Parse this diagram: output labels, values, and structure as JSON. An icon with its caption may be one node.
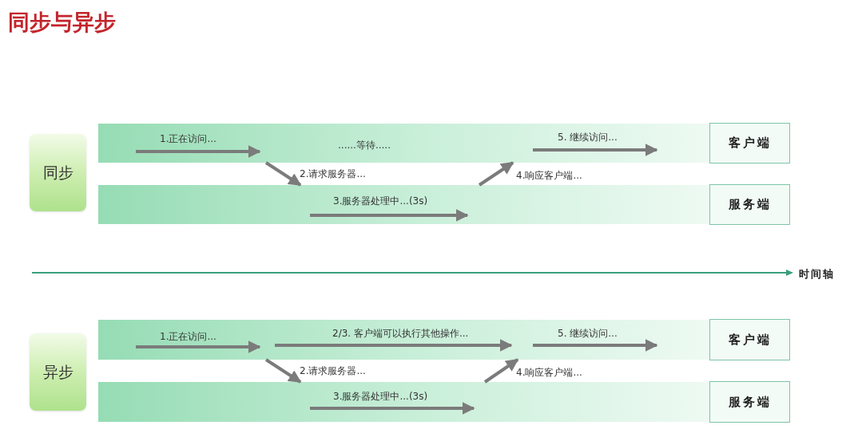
{
  "diagram": {
    "title": "同步与异步",
    "nodes": [
      {
        "text": [
          "同步"
        ]
      },
      {
        "text": [
          "1.正在访问...",
          "......等待.....",
          "5. 继续访问..."
        ]
      },
      {
        "text": [
          "客户端"
        ]
      },
      {
        "text": [
          "3.服务器处理中...(3s)"
        ]
      },
      {
        "text": [
          "服务端"
        ]
      },
      {
        "text": [
          "异步"
        ]
      },
      {
        "text": [
          "1.正在访问...",
          "2/3. 客户端可以执行其他操作...",
          "5. 继续访问..."
        ]
      },
      {
        "text": [
          "客户端"
        ]
      },
      {
        "text": [
          "3.服务器处理中...(3s)"
        ]
      },
      {
        "text": [
          "服务端"
        ]
      }
    ],
    "edges": [
      {
        "from": 1,
        "to": 3,
        "arrow": "to",
        "label": "2.请求服务器..."
      },
      {
        "from": 3,
        "to": 1,
        "arrow": "to",
        "label": "4.响应客户端..."
      },
      {
        "from": 6,
        "to": 8,
        "arrow": "to",
        "label": "2.请求服务器..."
      },
      {
        "from": 8,
        "to": 6,
        "arrow": "to",
        "label": "4.响应客户端..."
      }
    ],
    "labels": [
      "时间轴"
    ]
  }
}
